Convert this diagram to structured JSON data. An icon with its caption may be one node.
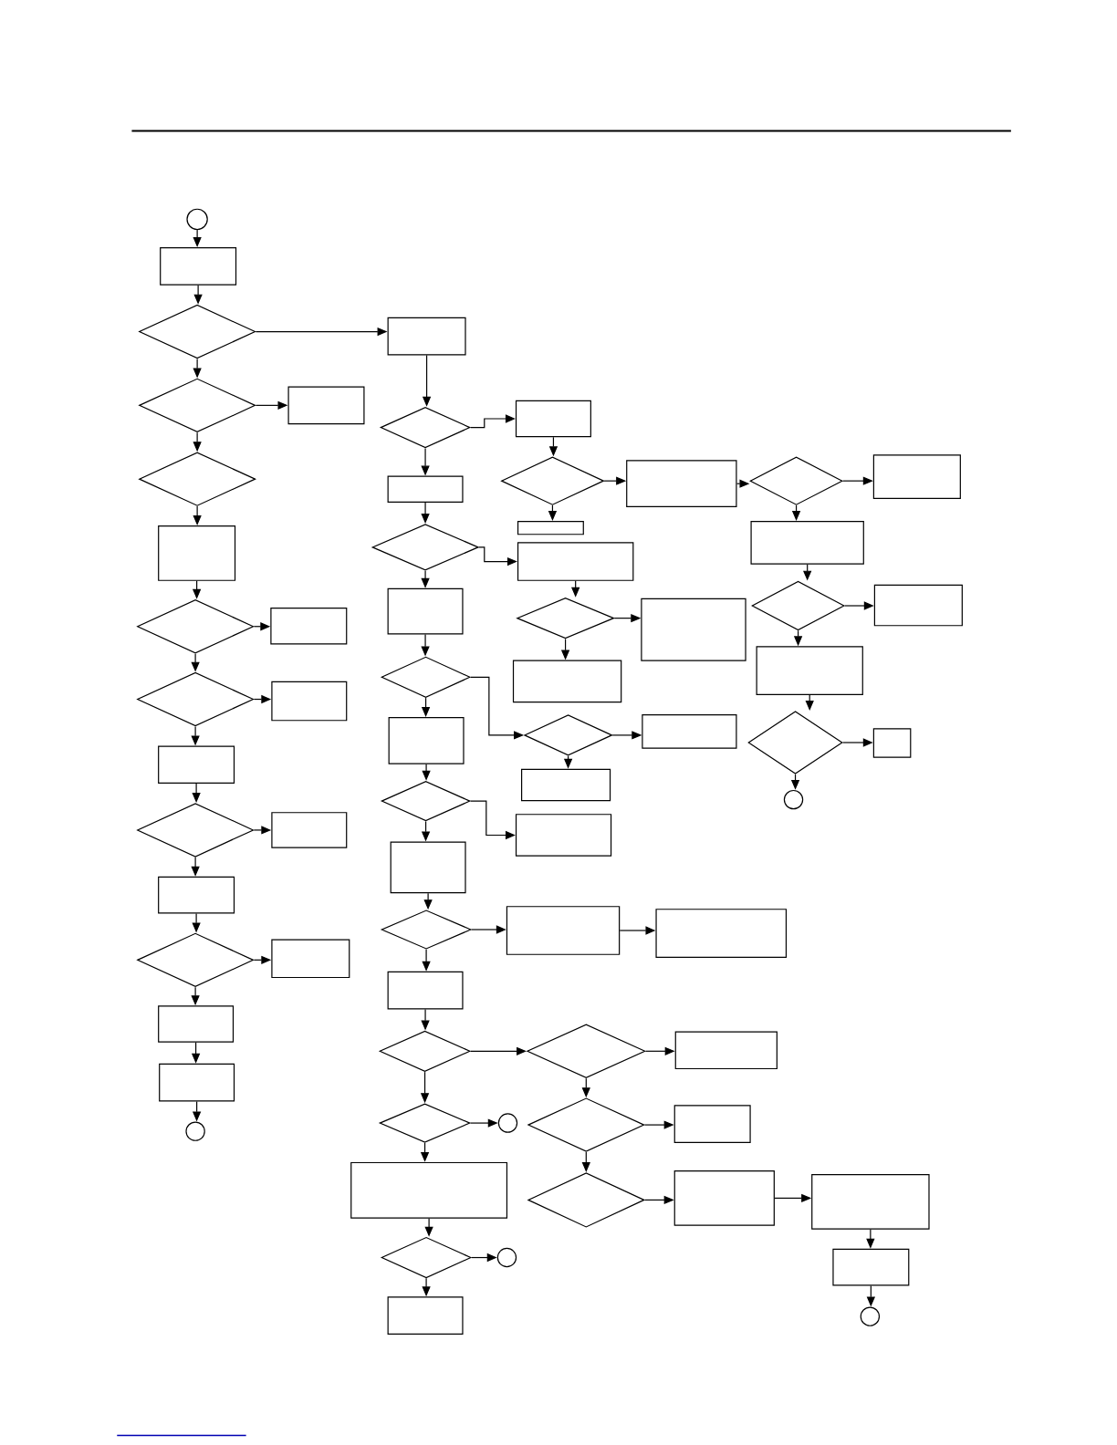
{
  "diagram": {
    "nodes": [
      {
        "text": [],
        "shape": "circle"
      },
      {
        "text": [],
        "shape": "box"
      },
      {
        "text": [],
        "shape": "diamond"
      },
      {
        "text": [],
        "shape": "box"
      },
      {
        "text": [],
        "shape": "diamond"
      },
      {
        "text": [],
        "shape": "box"
      },
      {
        "text": [],
        "shape": "box"
      },
      {
        "text": [],
        "shape": "diamond"
      },
      {
        "text": [],
        "shape": "box"
      },
      {
        "text": [],
        "shape": "diamond"
      },
      {
        "text": [],
        "shape": "diamond"
      },
      {
        "text": [],
        "shape": "diamond"
      },
      {
        "text": [],
        "shape": "box"
      },
      {
        "text": [],
        "shape": "box"
      },
      {
        "text": [],
        "shape": "box"
      },
      {
        "text": [],
        "shape": "box"
      },
      {
        "text": [],
        "shape": "diamond"
      },
      {
        "text": [],
        "shape": "box"
      },
      {
        "text": [],
        "shape": "box"
      },
      {
        "text": [],
        "shape": "box"
      },
      {
        "text": [],
        "shape": "diamond"
      },
      {
        "text": [],
        "shape": "box"
      },
      {
        "text": [],
        "shape": "diamond"
      },
      {
        "text": [],
        "shape": "box"
      },
      {
        "text": [],
        "shape": "diamond"
      },
      {
        "text": [],
        "shape": "box"
      },
      {
        "text": [],
        "shape": "box"
      },
      {
        "text": [],
        "shape": "diamond"
      },
      {
        "text": [],
        "shape": "box"
      },
      {
        "text": [],
        "shape": "diamond"
      },
      {
        "text": [],
        "shape": "box"
      },
      {
        "text": [],
        "shape": "box"
      },
      {
        "text": [],
        "shape": "diamond"
      },
      {
        "text": [],
        "shape": "box"
      },
      {
        "text": [],
        "shape": "diamond"
      },
      {
        "text": [],
        "shape": "box"
      },
      {
        "text": [],
        "shape": "box"
      },
      {
        "text": [],
        "shape": "box"
      },
      {
        "text": [],
        "shape": "circle"
      },
      {
        "text": [],
        "shape": "diamond"
      },
      {
        "text": [],
        "shape": "diamond"
      },
      {
        "text": [],
        "shape": "box"
      },
      {
        "text": [],
        "shape": "box"
      },
      {
        "text": [],
        "shape": "box"
      },
      {
        "text": [],
        "shape": "box"
      },
      {
        "text": [],
        "shape": "diamond"
      },
      {
        "text": [],
        "shape": "box"
      },
      {
        "text": [],
        "shape": "box"
      },
      {
        "text": [],
        "shape": "box"
      },
      {
        "text": [],
        "shape": "diamond"
      },
      {
        "text": [],
        "shape": "box"
      },
      {
        "text": [],
        "shape": "box"
      },
      {
        "text": [],
        "shape": "box"
      },
      {
        "text": [],
        "shape": "diamond"
      },
      {
        "text": [],
        "shape": "diamond"
      },
      {
        "text": [],
        "shape": "box"
      },
      {
        "text": [],
        "shape": "diamond"
      },
      {
        "text": [],
        "shape": "circle"
      },
      {
        "text": [],
        "shape": "box"
      },
      {
        "text": [],
        "shape": "diamond"
      },
      {
        "text": [],
        "shape": "circle"
      },
      {
        "text": [],
        "shape": "box"
      },
      {
        "text": [],
        "shape": "box"
      },
      {
        "text": [],
        "shape": "diamond"
      },
      {
        "text": [],
        "shape": "box"
      },
      {
        "text": [],
        "shape": "diamond"
      },
      {
        "text": [],
        "shape": "circle"
      },
      {
        "text": [],
        "shape": "box"
      },
      {
        "text": [],
        "shape": "box"
      },
      {
        "text": [],
        "shape": "circle"
      }
    ],
    "edges": [
      {
        "from": 0,
        "to": 1,
        "arrow": "to"
      },
      {
        "from": 1,
        "to": 2,
        "arrow": "to"
      },
      {
        "from": 2,
        "to": 3,
        "arrow": "to"
      },
      {
        "from": 2,
        "to": 4,
        "arrow": "to"
      },
      {
        "from": 4,
        "to": 5,
        "arrow": "to"
      },
      {
        "from": 4,
        "to": 9,
        "arrow": "to"
      },
      {
        "from": 9,
        "to": 17,
        "arrow": "to"
      },
      {
        "from": 17,
        "to": 24,
        "arrow": "to"
      },
      {
        "from": 24,
        "to": 23,
        "arrow": "to"
      },
      {
        "from": 24,
        "to": 29,
        "arrow": "to"
      },
      {
        "from": 29,
        "to": 30,
        "arrow": "to"
      },
      {
        "from": 29,
        "to": 36,
        "arrow": "to"
      },
      {
        "from": 36,
        "to": 40,
        "arrow": "to"
      },
      {
        "from": 40,
        "to": 41,
        "arrow": "to"
      },
      {
        "from": 40,
        "to": 44,
        "arrow": "to"
      },
      {
        "from": 44,
        "to": 49,
        "arrow": "to"
      },
      {
        "from": 49,
        "to": 48,
        "arrow": "to"
      },
      {
        "from": 49,
        "to": 51,
        "arrow": "to"
      },
      {
        "from": 51,
        "to": 55,
        "arrow": "to"
      },
      {
        "from": 55,
        "to": 60,
        "arrow": "to"
      },
      {
        "from": 3,
        "to": 7,
        "arrow": "to"
      },
      {
        "from": 7,
        "to": 6,
        "arrow": "to"
      },
      {
        "from": 7,
        "to": 13,
        "arrow": "to"
      },
      {
        "from": 6,
        "to": 10,
        "arrow": "to"
      },
      {
        "from": 10,
        "to": 12,
        "arrow": "to"
      },
      {
        "from": 10,
        "to": 14,
        "arrow": "to"
      },
      {
        "from": 12,
        "to": 11,
        "arrow": "to"
      },
      {
        "from": 11,
        "to": 8,
        "arrow": "to"
      },
      {
        "from": 11,
        "to": 15,
        "arrow": "to"
      },
      {
        "from": 15,
        "to": 20,
        "arrow": "to"
      },
      {
        "from": 20,
        "to": 19,
        "arrow": "to"
      },
      {
        "from": 20,
        "to": 26,
        "arrow": "to"
      },
      {
        "from": 26,
        "to": 34,
        "arrow": "to"
      },
      {
        "from": 34,
        "to": 35,
        "arrow": "to"
      },
      {
        "from": 34,
        "to": 38,
        "arrow": "to"
      },
      {
        "from": 13,
        "to": 16,
        "arrow": "to"
      },
      {
        "from": 16,
        "to": 18,
        "arrow": "to"
      },
      {
        "from": 16,
        "to": 21,
        "arrow": "to"
      },
      {
        "from": 18,
        "to": 22,
        "arrow": "to"
      },
      {
        "from": 22,
        "to": 25,
        "arrow": "to"
      },
      {
        "from": 22,
        "to": 28,
        "arrow": "to"
      },
      {
        "from": 21,
        "to": 27,
        "arrow": "to"
      },
      {
        "from": 27,
        "to": 32,
        "arrow": "to"
      },
      {
        "from": 27,
        "to": 33,
        "arrow": "to"
      },
      {
        "from": 32,
        "to": 31,
        "arrow": "to"
      },
      {
        "from": 32,
        "to": 37,
        "arrow": "to"
      },
      {
        "from": 33,
        "to": 39,
        "arrow": "to"
      },
      {
        "from": 39,
        "to": 42,
        "arrow": "to"
      },
      {
        "from": 39,
        "to": 43,
        "arrow": "to"
      },
      {
        "from": 43,
        "to": 45,
        "arrow": "to"
      },
      {
        "from": 45,
        "to": 46,
        "arrow": "to"
      },
      {
        "from": 46,
        "to": 47,
        "arrow": "to"
      },
      {
        "from": 45,
        "to": 50,
        "arrow": "to"
      },
      {
        "from": 50,
        "to": 53,
        "arrow": "to"
      },
      {
        "from": 53,
        "to": 54,
        "arrow": "to"
      },
      {
        "from": 54,
        "to": 52,
        "arrow": "to"
      },
      {
        "from": 54,
        "to": 59,
        "arrow": "to"
      },
      {
        "from": 59,
        "to": 58,
        "arrow": "to"
      },
      {
        "from": 59,
        "to": 63,
        "arrow": "to"
      },
      {
        "from": 63,
        "to": 62,
        "arrow": "to"
      },
      {
        "from": 62,
        "to": 64,
        "arrow": "to"
      },
      {
        "from": 64,
        "to": 67,
        "arrow": "to"
      },
      {
        "from": 67,
        "to": 69,
        "arrow": "to"
      },
      {
        "from": 53,
        "to": 56,
        "arrow": "to"
      },
      {
        "from": 56,
        "to": 57,
        "arrow": "to"
      },
      {
        "from": 56,
        "to": 61,
        "arrow": "to"
      },
      {
        "from": 61,
        "to": 65,
        "arrow": "to"
      },
      {
        "from": 65,
        "to": 66,
        "arrow": "to"
      },
      {
        "from": 65,
        "to": 68,
        "arrow": "to"
      }
    ]
  }
}
